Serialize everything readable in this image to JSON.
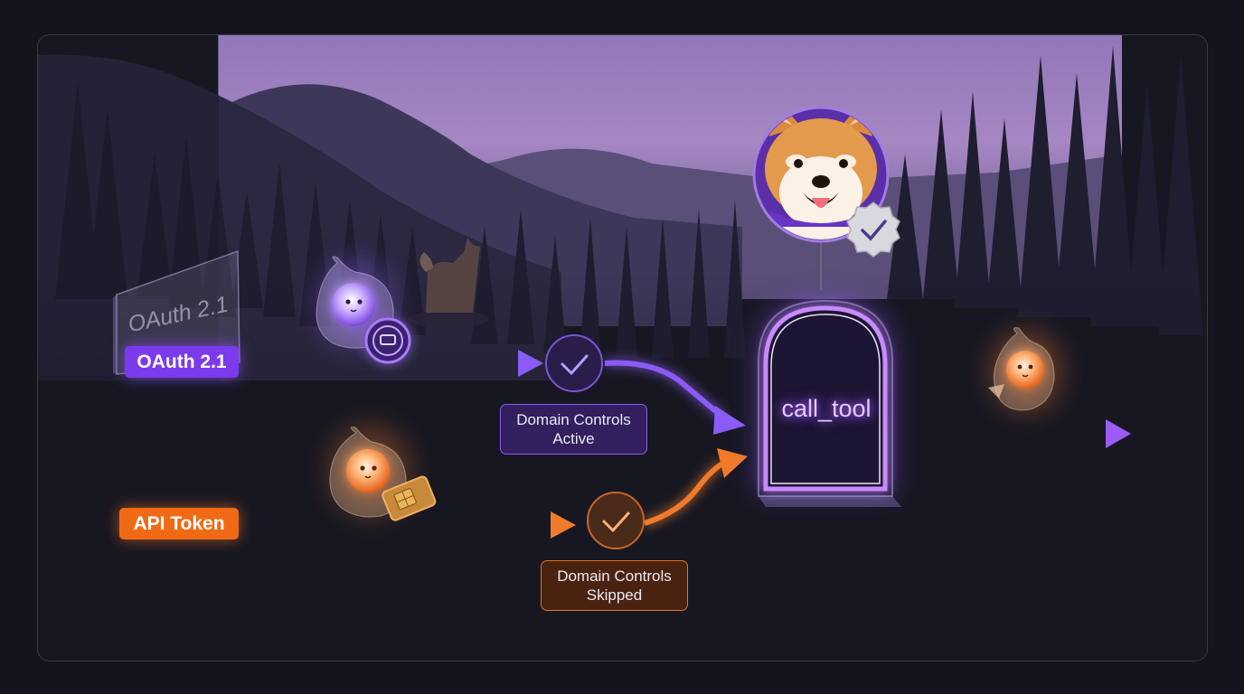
{
  "labels": {
    "oauth": "OAuth 2.1",
    "oauth_glass": "OAuth 2.1",
    "api_token": "API Token",
    "controls_active_line1": "Domain Controls",
    "controls_active_line2": "Active",
    "controls_skipped_line1": "Domain Controls",
    "controls_skipped_line2": "Skipped",
    "gate": "call_tool"
  },
  "colors": {
    "oauth_purple": "#7c3aed",
    "token_orange": "#f06a16",
    "gate_glow": "#b06bff",
    "sky": "#a889c9"
  },
  "icons": [
    "purple-spirit-icon",
    "orange-spirit-icon",
    "coin-icon",
    "chip-card-icon",
    "check-icon",
    "verified-badge-icon",
    "dog-avatar-icon"
  ]
}
